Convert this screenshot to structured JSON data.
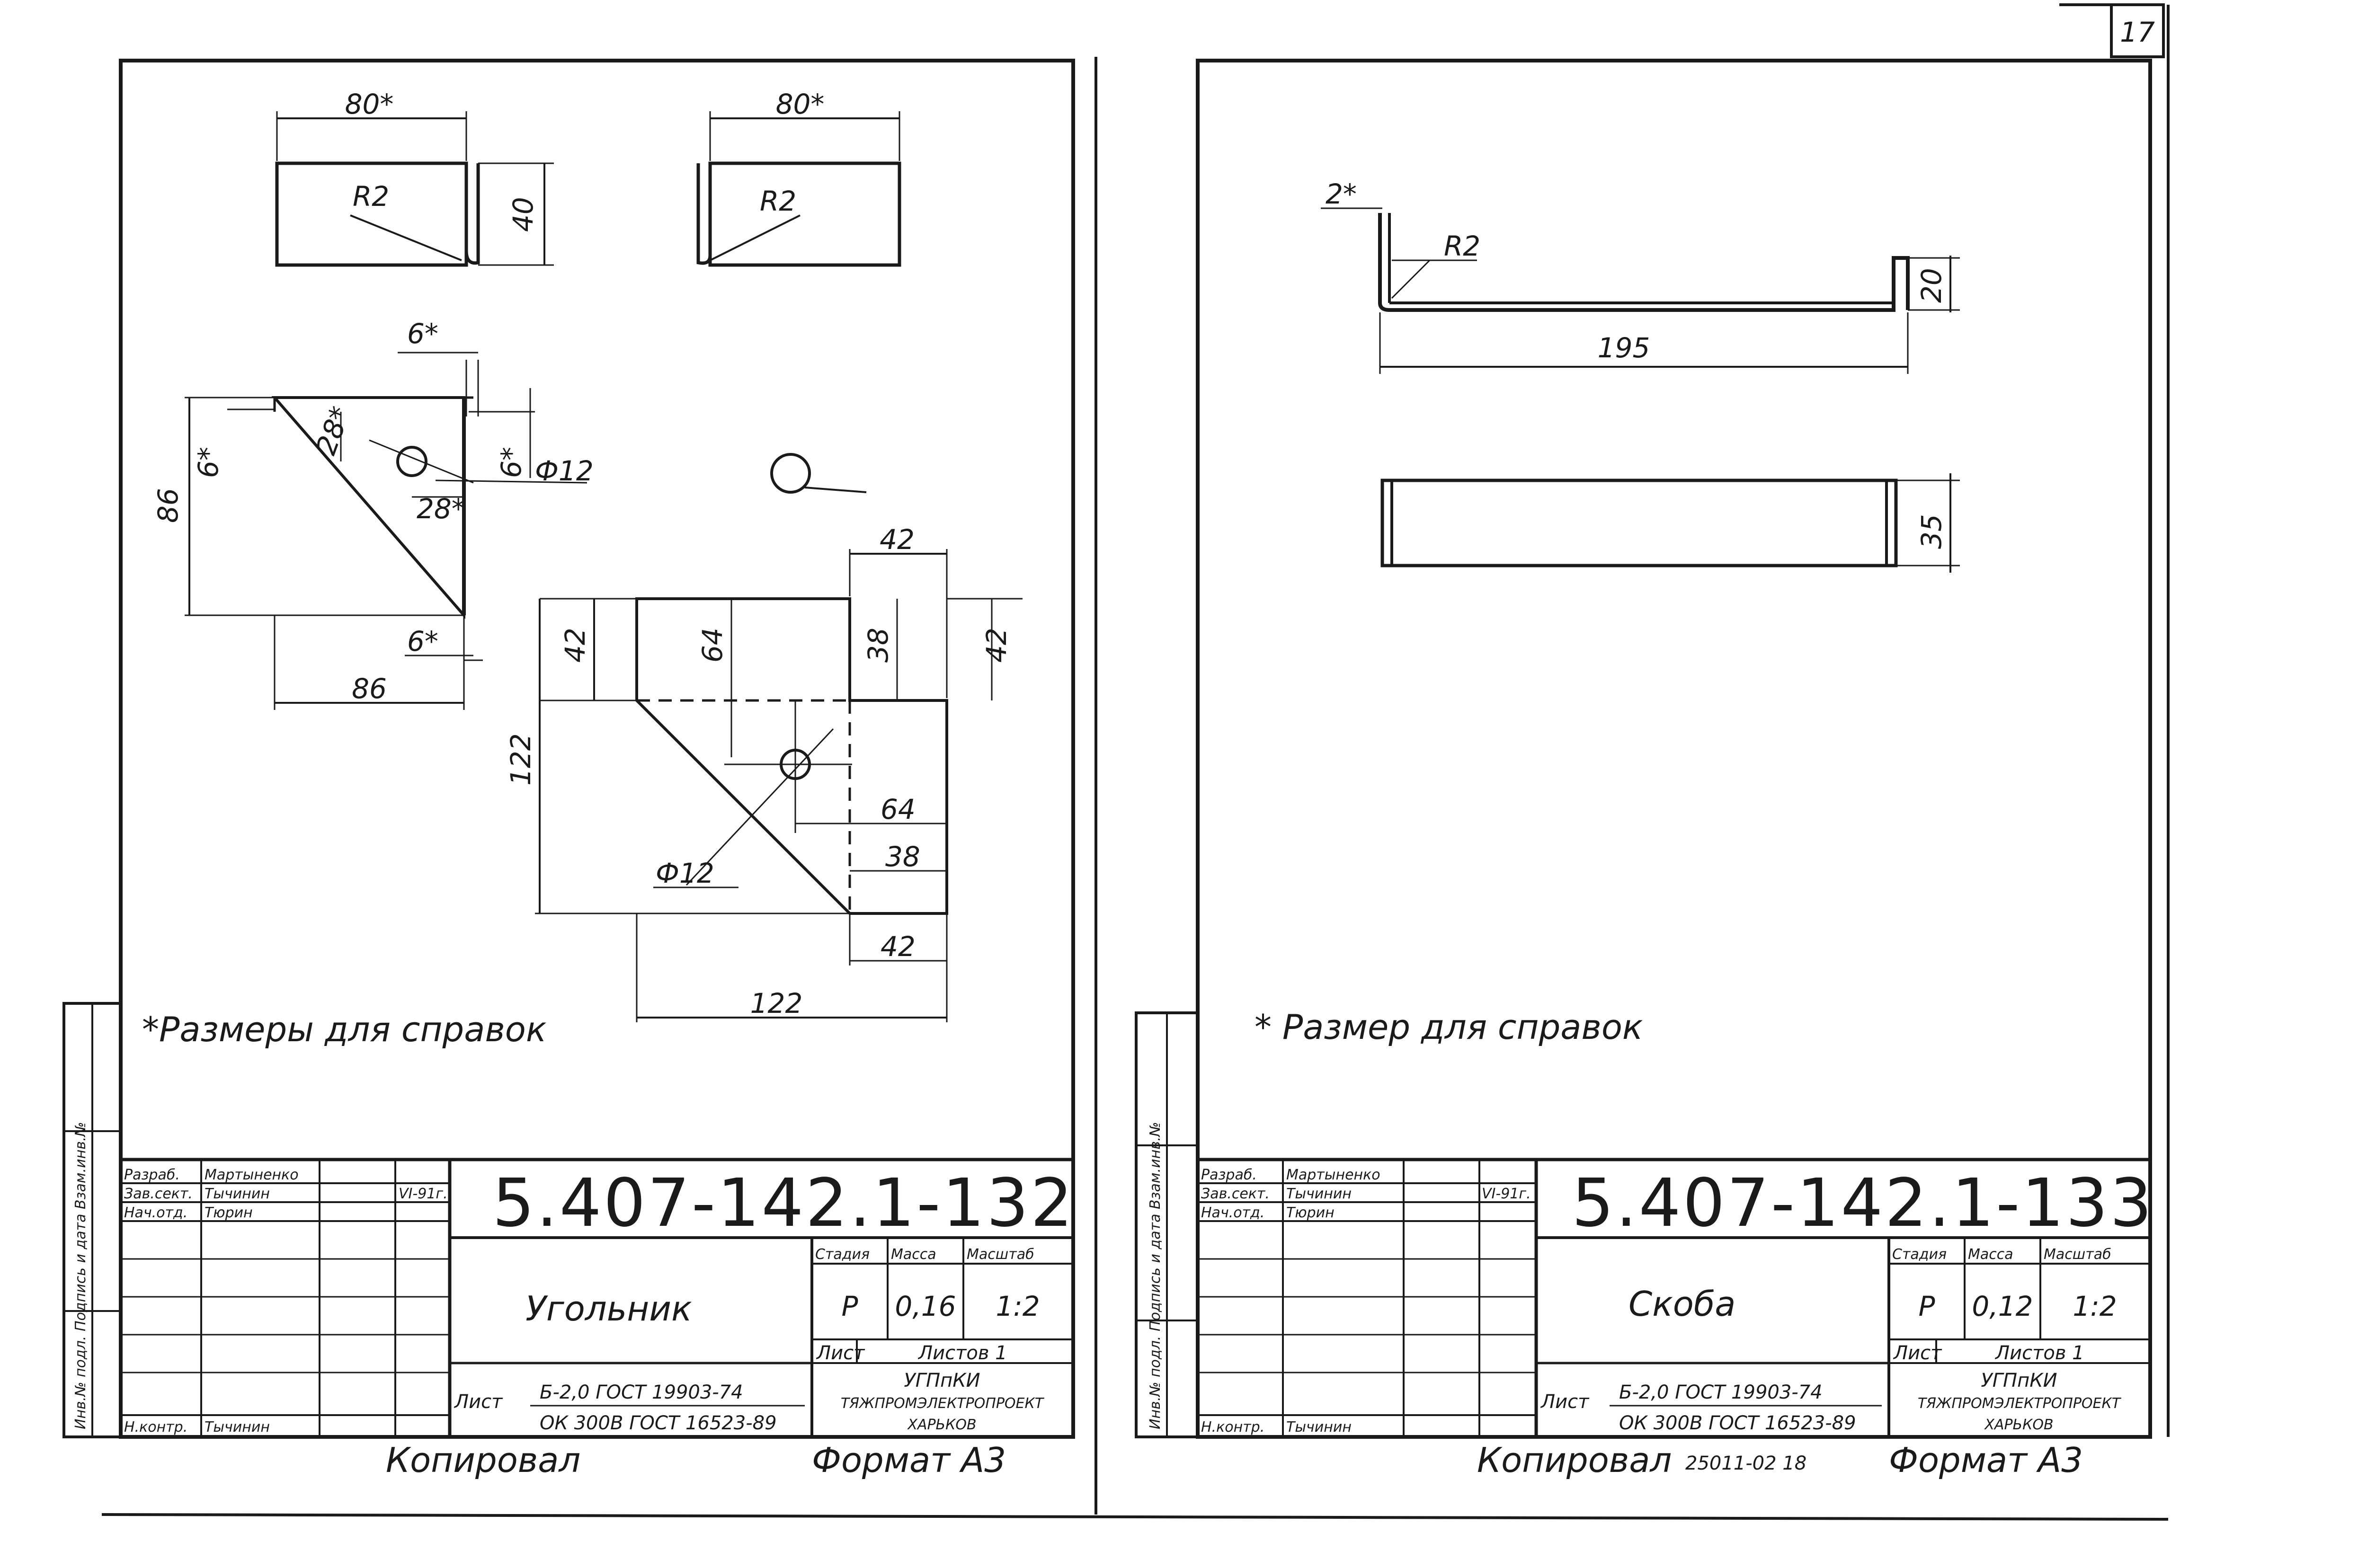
{
  "page_number": "17",
  "sheet_left": {
    "code": "5.407-142.1-132",
    "name": "Угольник",
    "note": "*Размеры для справок",
    "stage_header": "Стадия",
    "mass_header": "Масса",
    "scale_header": "Масштаб",
    "stage": "Р",
    "mass": "0,16",
    "scale": "1:2",
    "sheet_label": "Лист",
    "sheets_label": "Листов 1",
    "org": [
      "УГПпКИ",
      "ТЯЖПРОМЭЛЕКТРОПРОЕКТ",
      "ХАРЬКОВ"
    ],
    "material_prefix": "Лист",
    "material_top": "Б-2,0 ГОСТ 19903-74",
    "material_bottom": "ОК 300В ГОСТ 16523-89",
    "roles": [
      {
        "role": "Разраб.",
        "name": "Мартыненко"
      },
      {
        "role": "Зав.сект.",
        "name": "Тычинин"
      },
      {
        "role": "Нач.отд.",
        "name": "Тюрин"
      },
      {
        "role": "",
        "name": ""
      },
      {
        "role": "",
        "name": ""
      },
      {
        "role": "Н.контр.",
        "name": "Тычинин"
      }
    ],
    "date": "VI-91г.",
    "footer": "Копировал",
    "format": "Формат А3",
    "dims": {
      "top_w1": "80*",
      "top_w2": "80*",
      "r1": "R2",
      "r2": "R2",
      "h40": "40",
      "d6a": "6*",
      "d6b": "6*",
      "d6c": "6*",
      "d6d": "6*",
      "d28a": "28*",
      "d28b": "28*",
      "phi12a": "Ф12",
      "d86a": "86",
      "d86b": "86",
      "d42a": "42",
      "d42b": "42",
      "d42c": "42",
      "d42d": "42",
      "d64a": "64",
      "d64b": "64",
      "d38a": "38",
      "d38b": "38",
      "d122a": "122",
      "d122b": "122",
      "phi12b": "Ф12"
    }
  },
  "sheet_right": {
    "code": "5.407-142.1-133",
    "name": "Скоба",
    "note": "* Размер для справок",
    "stage_header": "Стадия",
    "mass_header": "Масса",
    "scale_header": "Масштаб",
    "stage": "Р",
    "mass": "0,12",
    "scale": "1:2",
    "sheet_label": "Лист",
    "sheets_label": "Листов 1",
    "org": [
      "УГПпКИ",
      "ТЯЖПРОМЭЛЕКТРОПРОЕКТ",
      "ХАРЬКОВ"
    ],
    "material_prefix": "Лист",
    "material_top": "Б-2,0 ГОСТ 19903-74",
    "material_bottom": "ОК 300В ГОСТ 16523-89",
    "roles": [
      {
        "role": "Разраб.",
        "name": "Мартыненко"
      },
      {
        "role": "Зав.сект.",
        "name": "Тычинин"
      },
      {
        "role": "Нач.отд.",
        "name": "Тюрин"
      },
      {
        "role": "",
        "name": ""
      },
      {
        "role": "",
        "name": ""
      },
      {
        "role": "Н.контр.",
        "name": "Тычинин"
      }
    ],
    "date": "VI-91г.",
    "footer": "Копировал",
    "footer_code": "25011-02 18",
    "format": "Формат А3",
    "dims": {
      "d2": "2*",
      "r": "R2",
      "d20": "20",
      "d195": "195",
      "d35": "35"
    }
  },
  "side_stamp": "Инв.№ подл. Подпись и дата Взам.инв.№"
}
